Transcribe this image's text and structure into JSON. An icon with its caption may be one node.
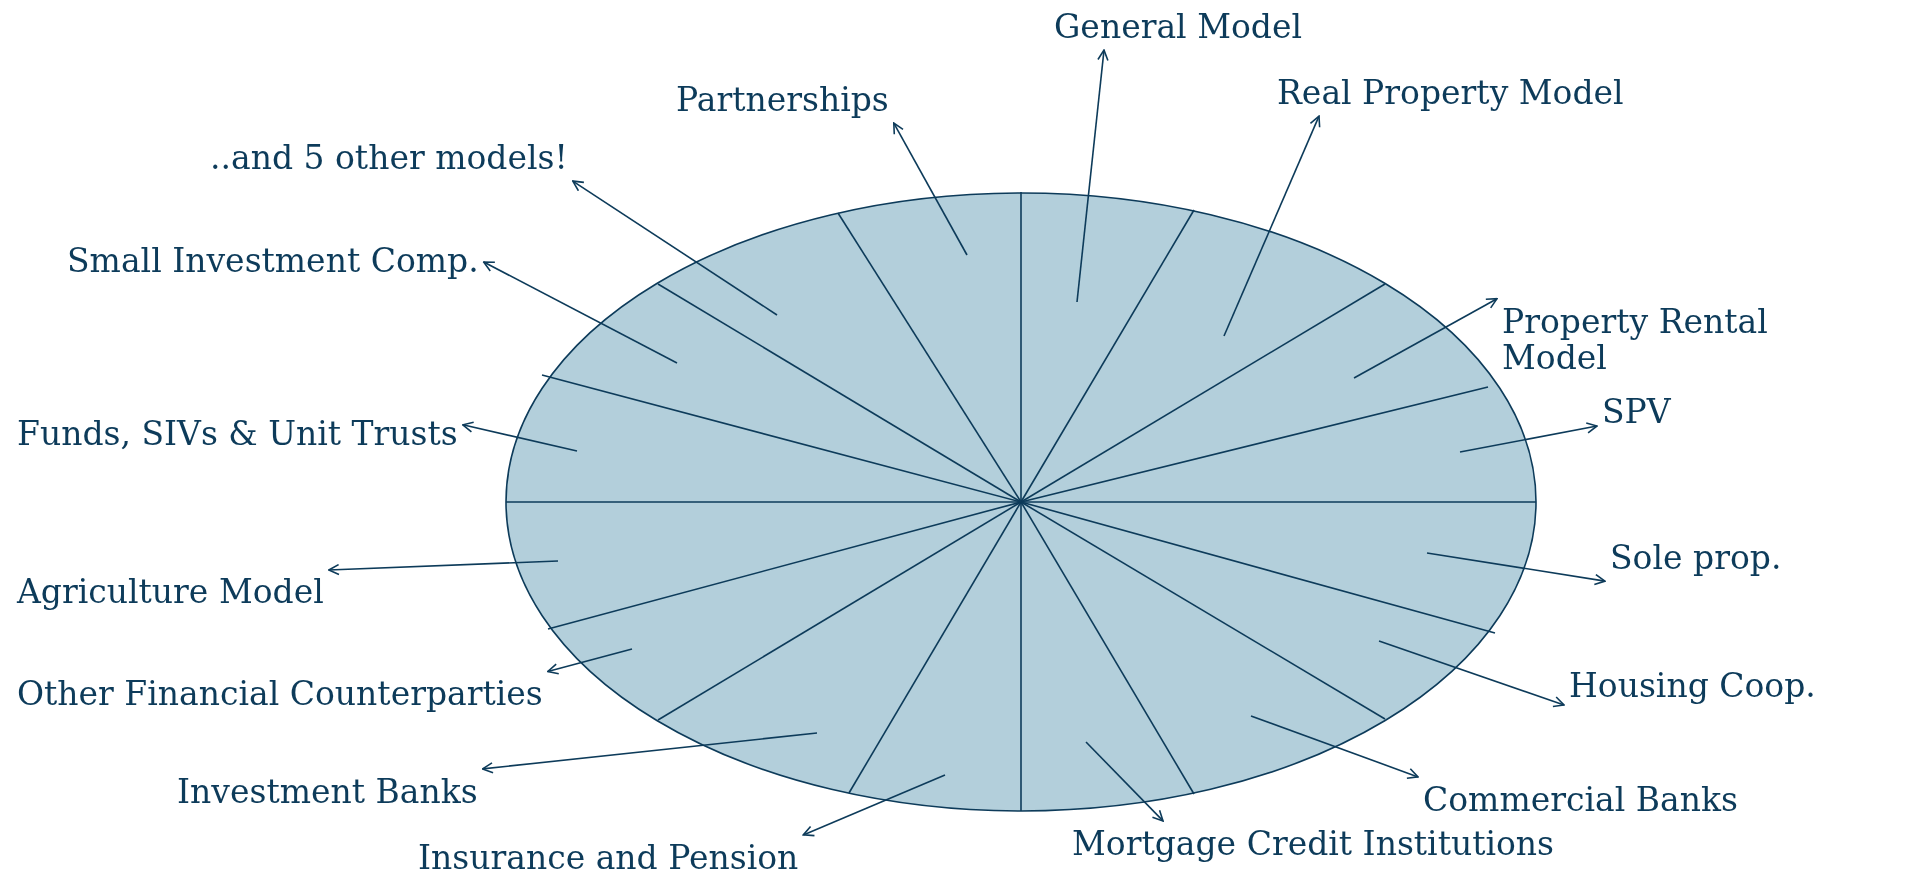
{
  "diagram": {
    "nodes": [
      {
        "text": [],
        "shape": "circle"
      },
      {
        "text": [
          "General Model"
        ]
      },
      {
        "text": [
          "Real Property Model"
        ]
      },
      {
        "text": [
          "Property Rental Model"
        ]
      },
      {
        "text": [
          "SPV"
        ]
      },
      {
        "text": [
          "Sole prop."
        ]
      },
      {
        "text": [
          "Housing Coop."
        ]
      },
      {
        "text": [
          "Commercial Banks"
        ]
      },
      {
        "text": [
          "Mortgage Credit Institutions"
        ]
      },
      {
        "text": [
          "Insurance and Pension"
        ]
      },
      {
        "text": [
          "Investment Banks"
        ]
      },
      {
        "text": [
          "Other Financial Counterparties"
        ]
      },
      {
        "text": [
          "Agriculture Model"
        ]
      },
      {
        "text": [
          "Funds, SIVs & Unit Trusts"
        ]
      },
      {
        "text": [
          "Small Investment Comp."
        ]
      },
      {
        "text": [
          "..and 5 other models!"
        ]
      },
      {
        "text": [
          "Partnerships"
        ]
      }
    ],
    "edges": [
      {
        "from": 0,
        "to": 1,
        "arrow": "to"
      },
      {
        "from": 0,
        "to": 2,
        "arrow": "to"
      },
      {
        "from": 0,
        "to": 3,
        "arrow": "to"
      },
      {
        "from": 0,
        "to": 4,
        "arrow": "to"
      },
      {
        "from": 0,
        "to": 5,
        "arrow": "to"
      },
      {
        "from": 0,
        "to": 6,
        "arrow": "to"
      },
      {
        "from": 0,
        "to": 7,
        "arrow": "to"
      },
      {
        "from": 0,
        "to": 8,
        "arrow": "to"
      },
      {
        "from": 0,
        "to": 9,
        "arrow": "to"
      },
      {
        "from": 0,
        "to": 10,
        "arrow": "to"
      },
      {
        "from": 0,
        "to": 11,
        "arrow": "to"
      },
      {
        "from": 0,
        "to": 12,
        "arrow": "to"
      },
      {
        "from": 0,
        "to": 13,
        "arrow": "to"
      },
      {
        "from": 0,
        "to": 14,
        "arrow": "to"
      },
      {
        "from": 0,
        "to": 15,
        "arrow": "to"
      },
      {
        "from": 0,
        "to": 16,
        "arrow": "to"
      }
    ]
  }
}
